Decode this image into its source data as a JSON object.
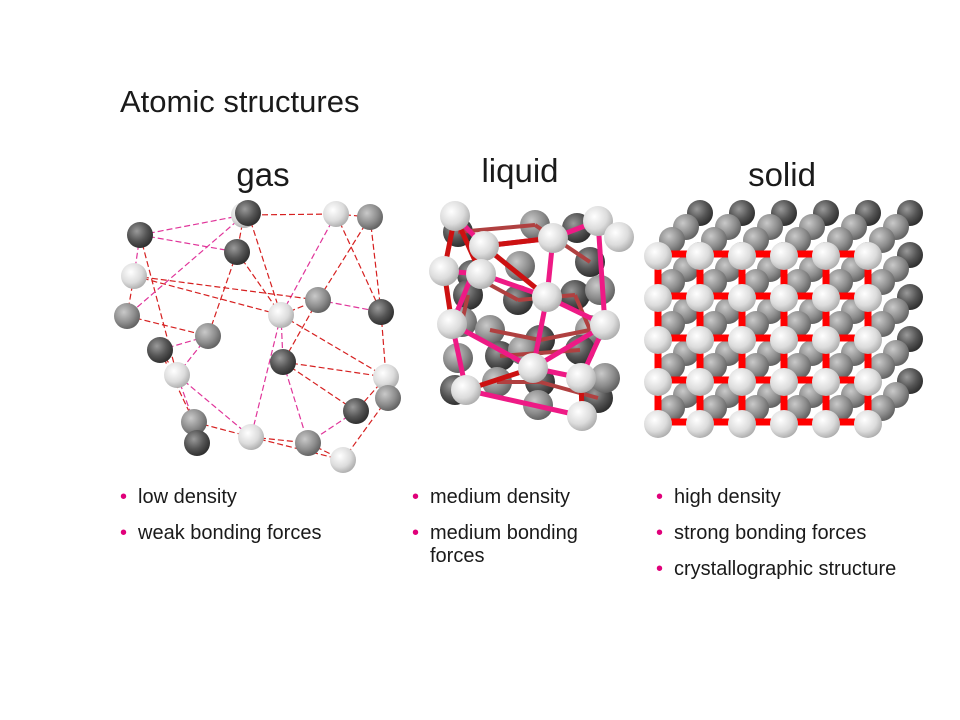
{
  "title": "Atomic structures",
  "panels": {
    "gas": {
      "heading": "gas",
      "bullets": [
        "low density",
        "weak bonding forces"
      ]
    },
    "liquid": {
      "heading": "liquid",
      "bullets": [
        "medium density",
        "medium bonding forces"
      ]
    },
    "solid": {
      "heading": "solid",
      "bullets": [
        "high density",
        "strong bonding forces",
        "crystallographic structure"
      ]
    }
  },
  "colors": {
    "bullet": "#e0007a",
    "gas_bond_red": "#d62020",
    "gas_bond_magenta": "#e0359a",
    "liquid_bond_magenta": "#ee1a85",
    "liquid_bond_red": "#cc1111",
    "solid_bond": "#ff0000"
  }
}
